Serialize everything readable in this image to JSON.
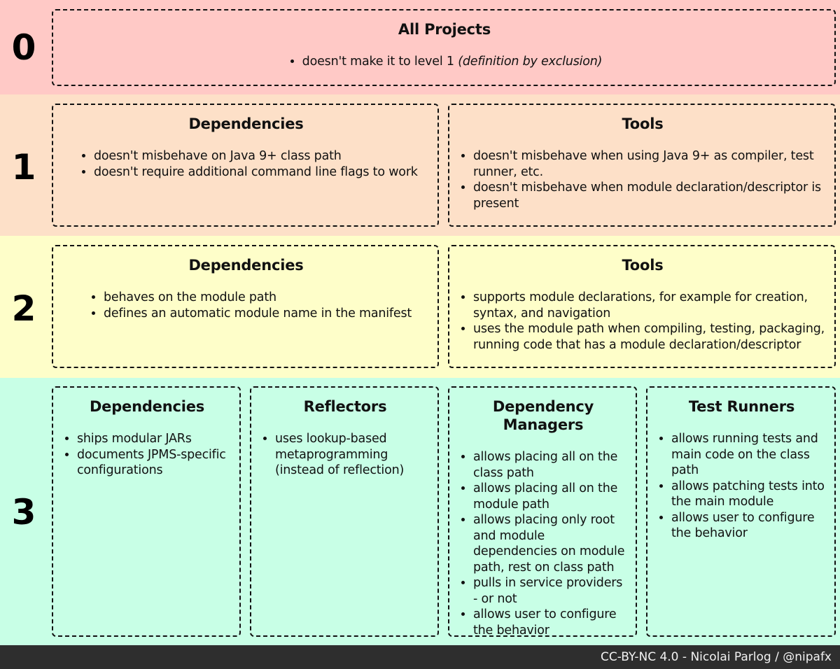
{
  "colors": {
    "level0": "#ffc9c6",
    "level1": "#fde0c8",
    "level2": "#fefec9",
    "level3": "#c8ffe6",
    "footer": "#2e2e2e"
  },
  "level0": {
    "number": "0",
    "box": {
      "title": "All Projects",
      "item_text": "doesn't make it to level 1",
      "item_note": "(definition by exclusion)"
    }
  },
  "level1": {
    "number": "1",
    "boxes": [
      {
        "title": "Dependencies",
        "items": [
          "doesn't misbehave on Java 9+ class path",
          "doesn't require additional command line flags to work"
        ]
      },
      {
        "title": "Tools",
        "items": [
          "doesn't misbehave when using Java 9+ as compiler, test runner, etc.",
          "doesn't misbehave when module declaration/descriptor is present"
        ]
      }
    ]
  },
  "level2": {
    "number": "2",
    "boxes": [
      {
        "title": "Dependencies",
        "items": [
          "behaves on the module path",
          "defines an automatic module name in the manifest"
        ]
      },
      {
        "title": "Tools",
        "items": [
          "supports module declarations, for example for creation, syntax, and navigation",
          "uses the module path when compiling, testing, packaging, running code that has a module declaration/descriptor"
        ]
      }
    ]
  },
  "level3": {
    "number": "3",
    "boxes": [
      {
        "title": "Dependencies",
        "items": [
          "ships modular JARs",
          "documents JPMS-specific configurations"
        ]
      },
      {
        "title": "Reflectors",
        "items": [
          "uses lookup-based metaprogramming (instead of reflection)"
        ]
      },
      {
        "title": "Dependency Managers",
        "items": [
          "allows placing all on the class path",
          "allows placing all on the module path",
          "allows placing only root and module dependencies on module path, rest on class path",
          "pulls in service providers - or not",
          "allows user to configure the behavior"
        ]
      },
      {
        "title": "Test Runners",
        "items": [
          "allows running tests and main code on the class path",
          "allows patching tests into the main module",
          "allows user to configure the behavior"
        ]
      }
    ]
  },
  "footer": {
    "text": "CC-BY-NC 4.0 - Nicolai Parlog / @nipafx"
  }
}
